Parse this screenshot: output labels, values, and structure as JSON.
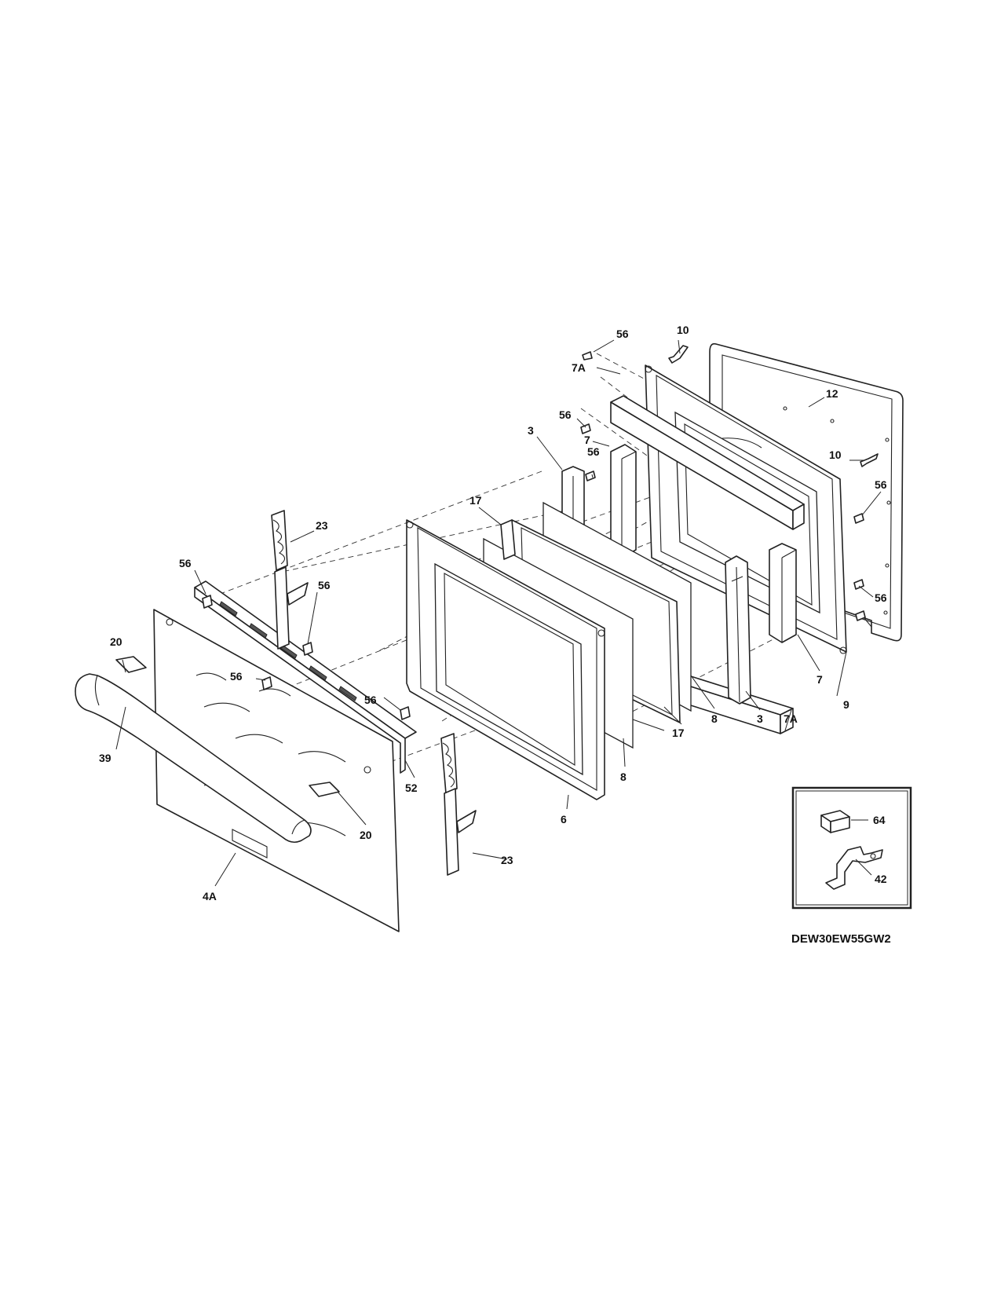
{
  "model_code": "DEW30EW55GW2",
  "callouts": {
    "c56_top": "56",
    "c10_top": "10",
    "c7A_top": "7A",
    "c12": "12",
    "c56_a": "56",
    "c7_a": "7",
    "c3_a": "3",
    "c56_b": "56",
    "c10_b": "10",
    "c56_c": "56",
    "c17_a": "17",
    "c23_a": "23",
    "c56_d": "56",
    "c20_a": "20",
    "c56_e": "56",
    "c56_f": "56",
    "c56_g": "56",
    "c56_h": "56",
    "c7_b": "7",
    "c9": "9",
    "c39": "39",
    "c8_a": "8",
    "c3_b": "3",
    "c7A_b": "7A",
    "c17_b": "17",
    "c52": "52",
    "c8_b": "8",
    "c6": "6",
    "c20_b": "20",
    "c23_b": "23",
    "c4A": "4A",
    "c64": "64",
    "c42": "42"
  }
}
